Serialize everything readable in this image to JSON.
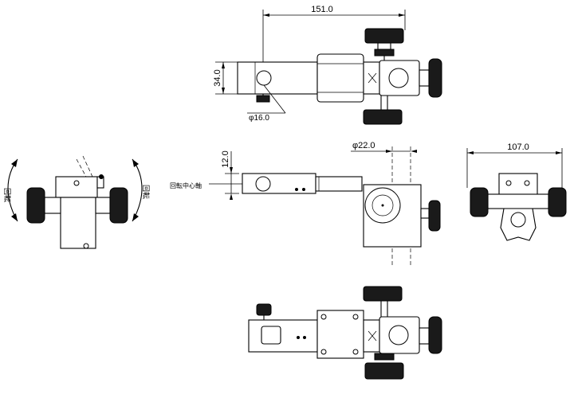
{
  "dimensions": {
    "length_top": "151.0",
    "height_top": "34.0",
    "diameter_hole": "φ16.0",
    "height_front": "12.0",
    "diameter_post": "φ22.0",
    "width_side": "107.0"
  },
  "labels": {
    "rotation_left": "回転",
    "rotation_right": "回転",
    "rotation_center_axis": "回転中心軸"
  }
}
